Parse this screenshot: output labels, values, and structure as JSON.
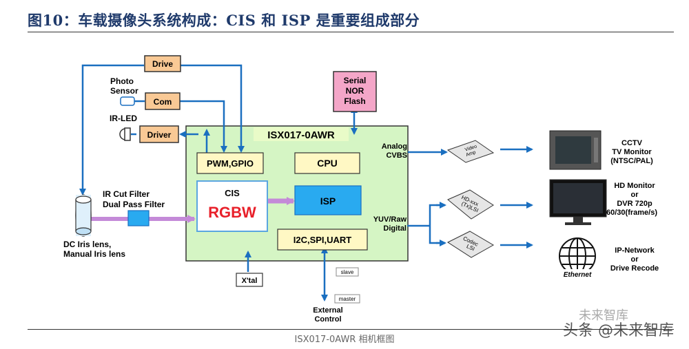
{
  "header": {
    "title": "图10：车载摄像头系统构成：CIS 和 ISP 是重要组成部分"
  },
  "diagram": {
    "chip": "ISX017-0AWR",
    "drive": "Drive",
    "photo_sensor": [
      "Photo",
      "Sensor"
    ],
    "com": "Com",
    "ir_led": "IR-LED",
    "driver": "Driver",
    "pwm_gpio": "PWM,GPIO",
    "cpu": "CPU",
    "cis": "CIS",
    "rgbw": "RGBW",
    "isp": "ISP",
    "i2c": "I2C,SPI,UART",
    "xtal": "X'tal",
    "flash": [
      "Serial",
      "NOR",
      "Flash"
    ],
    "filter": [
      "IR Cut Filter",
      "Dual Pass Filter"
    ],
    "lens": [
      "DC Iris lens,",
      "Manual Iris lens"
    ],
    "analog": [
      "Analog",
      "CVBS"
    ],
    "yuv": [
      "YUV/Raw",
      "Digital"
    ],
    "slave": "slave",
    "master": "master",
    "ext": [
      "External",
      "Control"
    ],
    "video_amp": [
      "Video",
      "Amp"
    ],
    "hd_lsi": [
      "HD-xxx",
      "(Tx)LSI"
    ],
    "codec_lsi": [
      "Codec",
      "LSI"
    ],
    "cctv": [
      "CCTV",
      "TV Monitor",
      "(NTSC/PAL)"
    ],
    "hd_monitor": [
      "HD Monitor",
      "or",
      "DVR 720p",
      "60/30(frame/s)"
    ],
    "ip": [
      "IP-Network",
      "or",
      "Drive Recode"
    ],
    "ethernet": "Ethernet"
  },
  "footer": {
    "caption": "ISX017-0AWR 相机框图",
    "watermark_faded": "未来智库",
    "watermark": "头条 @未来智库"
  },
  "colors": {
    "title": "#1f3a6b",
    "chip_bg": "#d5f5c4",
    "arrow": "#1a6fc0",
    "box_orange": "#f9c995",
    "box_yellow": "#fff8c4",
    "isp": "#29aaf0",
    "rgbw": "#e8202a",
    "flash": "#f4a6c8"
  }
}
